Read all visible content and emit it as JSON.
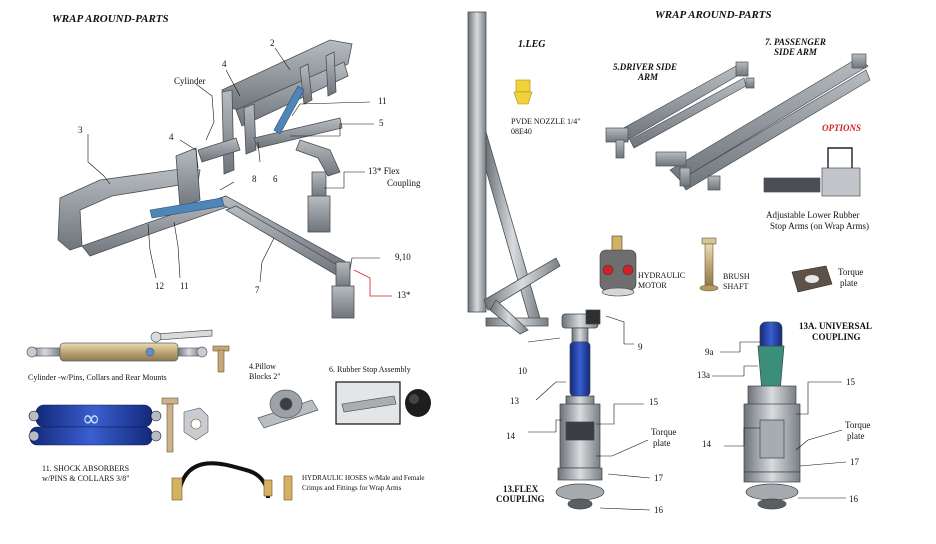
{
  "left": {
    "title": "WRAP AROUND-PARTS",
    "labels": {
      "cylinder": "Cylinder",
      "n2": "2",
      "n3": "3",
      "n4a": "4",
      "n4b": "4",
      "n5": "5",
      "n6": "6",
      "n7": "7",
      "n8": "8",
      "n9_10": "9,10",
      "n11a": "11",
      "n11b": "11",
      "n12": "12",
      "n13_flex_1": "13* Flex",
      "n13_flex_2": "Coupling",
      "n13star": "13*"
    },
    "parts": {
      "cylinder_caption": "Cylinder -w/Pins, Collars and Rear Mounts",
      "pillow_1": "4.Pillow",
      "pillow_2": "Blocks 2\"",
      "rubber_stop": "6. Rubber Stop Assembly",
      "shock_1": "11. SHOCK ABSORBERS",
      "shock_2": "w/PINS & COLLARS 3/8\"",
      "hoses_1": "HYDRAULIC HOSES w/Male and Female",
      "hoses_2": "Crimps and Fittings for Wrap Arms"
    }
  },
  "right": {
    "title": "WRAP AROUND-PARTS",
    "leg": "1.LEG",
    "nozzle_1": "PVDE NOZZLE 1/4\"",
    "nozzle_2": "08E40",
    "driver_1": "5.DRIVER SIDE",
    "driver_2": "ARM",
    "passenger_1": "7. PASSENGER",
    "passenger_2": "SIDE ARM",
    "options": "OPTIONS",
    "adj_1": "Adjustable Lower Rubber",
    "adj_2": "Stop Arms (on Wrap Arms)",
    "motor_1": "HYDRAULIC",
    "motor_2": "MOTOR",
    "brush_1": "BRUSH",
    "brush_2": "SHAFT",
    "torque_top_1": "Torque",
    "torque_top_2": "plate",
    "flex": {
      "n9": "9",
      "n10": "10",
      "n13": "13",
      "n14": "14",
      "n15": "15",
      "torque_1": "Torque",
      "torque_2": "plate",
      "n17": "17",
      "n16": "16",
      "title_1": "13.FLEX",
      "title_2": "COUPLING"
    },
    "universal": {
      "title_1": "13A. UNIVERSAL",
      "title_2": "COUPLING",
      "n9a": "9a",
      "n13a": "13a",
      "n15": "15",
      "n14": "14",
      "torque_1": "Torque",
      "torque_2": "plate",
      "n17": "17",
      "n16": "16"
    }
  },
  "colors": {
    "frame": "#8f959b",
    "frame_dark": "#5d6268",
    "accent_blue": "#4f86b8",
    "shock_blue": "#1c3a8c",
    "red": "#d0202a",
    "nozzle": "#f0d23a"
  }
}
